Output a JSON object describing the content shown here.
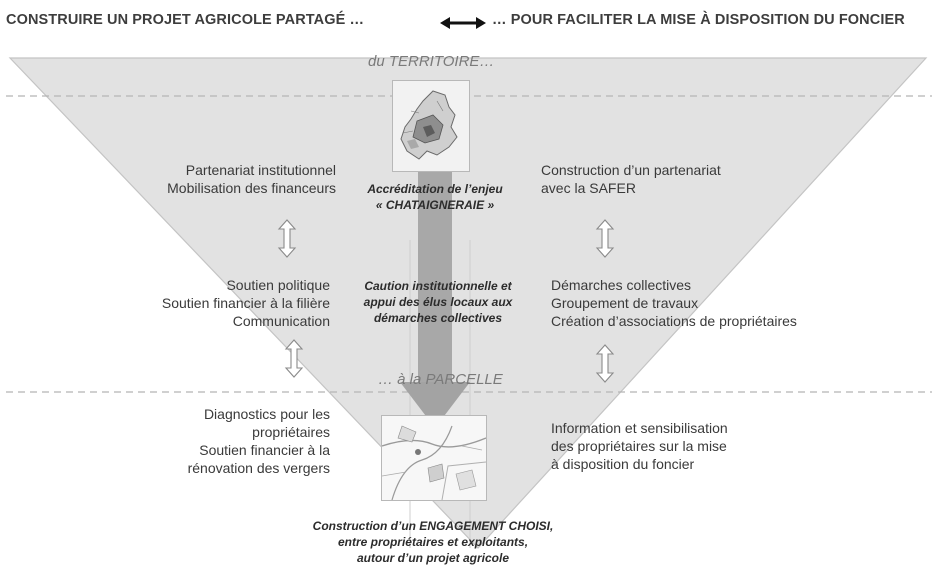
{
  "header": {
    "left": "CONSTRUIRE UN PROJET AGRICOLE PARTAGÉ …",
    "right": "… POUR FACILITER LA MISE À DISPOSITION DU FONCIER",
    "arrow_icon": "double-arrow-icon"
  },
  "levels": {
    "top": "du TERRITOIRE…",
    "bottom": "… à la PARCELLE"
  },
  "left": {
    "block1": [
      "Partenariat institutionnel",
      "Mobilisation des financeurs"
    ],
    "block2": [
      "Soutien politique",
      "Soutien financier à la filière",
      "Communication"
    ],
    "block3": [
      "Diagnostics pour les",
      "propriétaires",
      "Soutien financier à la",
      "rénovation des vergers"
    ]
  },
  "right": {
    "block1": [
      "Construction d’un partenariat",
      "avec la SAFER"
    ],
    "block2": [
      "Démarches collectives",
      "Groupement de travaux",
      "Création d’associations de propriétaires"
    ],
    "block3": [
      "Information et sensibilisation",
      "des propriétaires sur la mise",
      "à disposition du foncier"
    ]
  },
  "center": {
    "accreditation": [
      "Accréditation de l’enjeu",
      "« CHATAIGNERAIE »"
    ],
    "caution": [
      "Caution institutionnelle et",
      "appui des élus locaux aux",
      "démarches collectives"
    ],
    "engagement": [
      "Construction d’un ENGAGEMENT CHOISI,",
      "entre propriétaires et exploitants,",
      "autour d’un projet agricole"
    ]
  },
  "images": {
    "territory_map": "territory-map-image",
    "parcel_map": "parcel-map-image"
  },
  "colors": {
    "triangle_fill": "#e2e2e2",
    "triangle_stroke": "#c4c4c4",
    "central_arrow": "#a8a8a8",
    "dashed_line": "#b5b5b5"
  }
}
